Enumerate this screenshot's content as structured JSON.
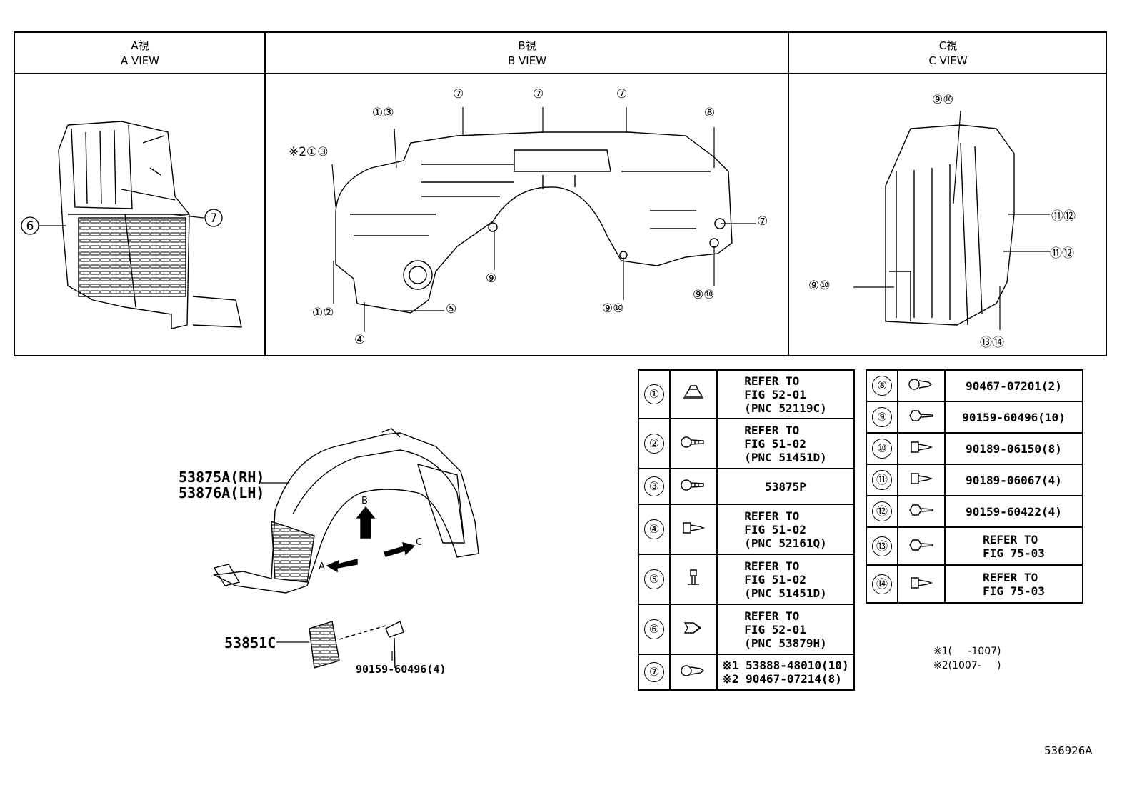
{
  "views": [
    {
      "jp": "A視",
      "en": "A VIEW"
    },
    {
      "jp": "B視",
      "en": "B VIEW"
    },
    {
      "jp": "C視",
      "en": "C VIEW"
    }
  ],
  "callouts_a": {
    "left": "6",
    "right": "7"
  },
  "callouts_b": {
    "tl": "13",
    "tl_prefix": "※2",
    "tl2": "13",
    "top1": "7",
    "top2": "7",
    "top3": "7",
    "tr": "8",
    "right": "7",
    "nine": "9",
    "bl": "12",
    "four": "4",
    "five": "5",
    "mid910": "910",
    "right910": "910"
  },
  "callouts_c": {
    "top": "910",
    "r1": "1112",
    "r2": "1112",
    "left": "910",
    "bottom": "1314"
  },
  "main_parts": {
    "rh": "53875A(RH)",
    "lh": "53876A(LH)",
    "seal": "53851C",
    "screw": "90159-60496(4)",
    "arrow_a": "A",
    "arrow_b": "B",
    "arrow_c": "C"
  },
  "parts_left": [
    {
      "no": "①",
      "icon": "clip-nut-icon",
      "text": "REFER TO\nFIG 52-01\n(PNC 52119C)"
    },
    {
      "no": "②",
      "icon": "screw-icon",
      "text": "REFER TO\nFIG 51-02\n(PNC 51451D)"
    },
    {
      "no": "③",
      "icon": "screw-icon",
      "text": "53875P"
    },
    {
      "no": "④",
      "icon": "push-clip-icon",
      "text": "REFER TO\nFIG 51-02\n(PNC 52161Q)"
    },
    {
      "no": "⑤",
      "icon": "bolt-icon",
      "text": "REFER TO\nFIG 51-02\n(PNC 51451D)"
    },
    {
      "no": "⑥",
      "icon": "clip-icon",
      "text": "REFER TO\nFIG 52-01\n(PNC 53879H)"
    },
    {
      "no": "⑦",
      "icon": "rivet-clip-icon",
      "text": "※1 53888-48010(10)\n※2 90467-07214(8)"
    }
  ],
  "parts_right": [
    {
      "no": "⑧",
      "icon": "rivet-clip-icon",
      "text": "90467-07201(2)"
    },
    {
      "no": "⑨",
      "icon": "hex-screw-icon",
      "text": "90159-60496(10)"
    },
    {
      "no": "⑩",
      "icon": "push-clip-icon",
      "text": "90189-06150(8)"
    },
    {
      "no": "⑪",
      "icon": "push-clip-icon",
      "text": "90189-06067(4)"
    },
    {
      "no": "⑫",
      "icon": "hex-screw-icon",
      "text": "90159-60422(4)"
    },
    {
      "no": "⑬",
      "icon": "hex-screw-icon",
      "text": "REFER TO\nFIG 75-03"
    },
    {
      "no": "⑭",
      "icon": "push-clip-icon",
      "text": "REFER TO\nFIG 75-03"
    }
  ],
  "notes": {
    "n1": "※1(     -1007)",
    "n2": "※2(1007-     )"
  },
  "code": "536926A"
}
